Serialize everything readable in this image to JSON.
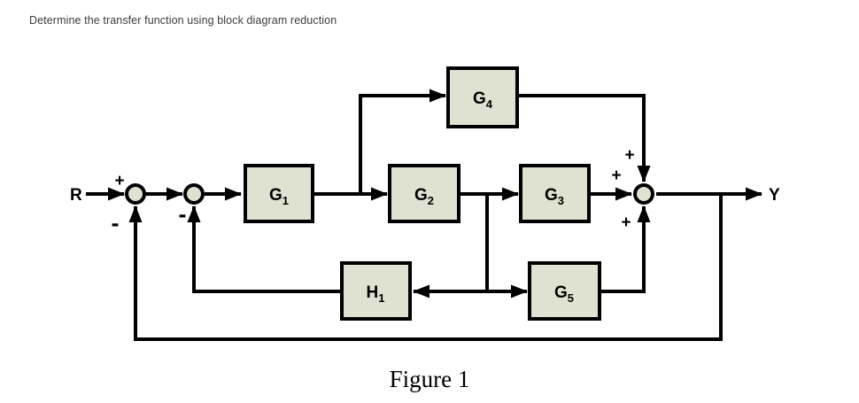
{
  "title": "Determine the transfer function using block diagram reduction",
  "caption": "Figure 1",
  "diagram": {
    "input_label": "R",
    "output_label": "Y",
    "blocks": [
      {
        "name": "G",
        "sub": "1"
      },
      {
        "name": "G",
        "sub": "2"
      },
      {
        "name": "G",
        "sub": "3"
      },
      {
        "name": "G",
        "sub": "4"
      },
      {
        "name": "G",
        "sub": "5"
      },
      {
        "name": "H",
        "sub": "1"
      }
    ],
    "signs": {
      "sum1_input": "+",
      "sum1_feedback": "-",
      "sum2_feedback": "-",
      "sum3_top": "+",
      "sum3_left": "+",
      "sum3_bottom": "+"
    },
    "colors": {
      "block_fill": "#dfe2d0",
      "stroke": "#000000"
    }
  }
}
